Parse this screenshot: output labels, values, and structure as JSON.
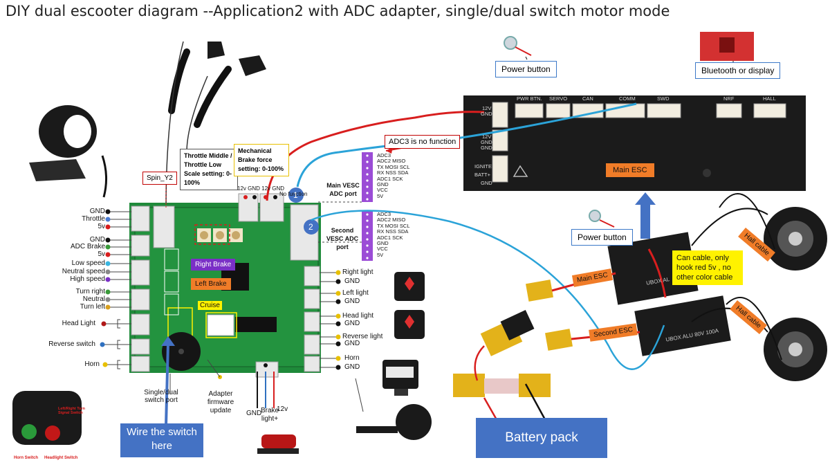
{
  "title": "DIY dual escooter diagram  --Application2  with ADC adapter, single/dual switch motor mode",
  "left_pins": {
    "gnd1": "GND",
    "throttle": "Throttle",
    "v5a": "5v",
    "gnd2": "GND",
    "adc_brake": "ADC Brake",
    "v5b": "5v",
    "low_speed": "Low speed",
    "neutral_speed": "Neutral speed",
    "high_speed": "High speed",
    "turn_right": "Turn right",
    "neutral": "Neutral",
    "turn_left": "Turn left",
    "head_light": "Head Light",
    "reverse_switch": "Reverse switch",
    "horn": "Horn"
  },
  "right_pins": {
    "right_light": "Right light",
    "gnd_a": "GND",
    "left_light": "Left light",
    "gnd_b": "GND",
    "head_light": "Head light",
    "gnd_c": "GND",
    "reverse_light": "Reverse light",
    "gnd_d": "GND",
    "horn": "Horn",
    "gnd_e": "GND"
  },
  "board": {
    "spin_label": "Spin_Y2",
    "throttle_setting": "Throttle Middle / Throttle Low Scale setting: 0-100%",
    "brake_setting": "Mechanical Brake force setting: 0-100%",
    "top_pins": "12v  GND 12v  GND",
    "no_function": "No function",
    "right_brake": "Right Brake",
    "left_brake": "Left Brake",
    "cruise": "Cruise",
    "switch_port": "Single/dual switch port",
    "firmware": "Adapter firmware update",
    "bottom_gnd": "GND",
    "bottom_brake": "Brake light+",
    "bottom_12v": "12v"
  },
  "ports": {
    "main_num": "1",
    "main_label": "Main VESC ADC port",
    "second_num": "2",
    "second_label": "Second VESC ADC port",
    "pins": [
      "ADC3",
      "ADC2 MISO",
      "TX MOSI SCL",
      "RX NSS SDA",
      "ADC1 SCK",
      "GND",
      "VCC",
      "5V"
    ]
  },
  "adc3_note": "ADC3 is no function",
  "main_esc": {
    "label": "Main ESC",
    "headers": [
      "PWR BTN.",
      "SERVO",
      "CAN",
      "COMM",
      "SWD",
      "NRF",
      "HALL"
    ],
    "left_labels": [
      "12V",
      "GND",
      "12V",
      "GND",
      "GND",
      "IGNITE",
      "BATT+",
      "GND"
    ]
  },
  "power_button_top": "Power button",
  "bt_display": "Bluetooth or display",
  "power_button_mid": "Power button",
  "main_esc_tag": "Main ESC",
  "second_esc_tag": "Second ESC",
  "ubox_main": "UBOX AL",
  "ubox_second": "UBOX ALU 80V 100A",
  "can_cable_note": "Can cable, only hook red 5v , no other color cable",
  "hall_cable_1": "Hall cable",
  "hall_cable_2": "Hall cable",
  "wire_switch": "Wire the switch here",
  "battery_pack": "Battery pack",
  "switch_labels": {
    "turn": "Left/Right Turn Signal Switch",
    "horn": "Horn Switch",
    "headlight": "Headlight Switch"
  },
  "colors": {
    "board": "#1f8a3a",
    "esc": "#1b1b1b",
    "wire_red": "#d81e1e",
    "wire_blue": "#2ba3d8",
    "accent_blue": "#4472c4",
    "orange": "#f07c28",
    "purple": "#7a2fc6",
    "yellow": "#fff200"
  }
}
